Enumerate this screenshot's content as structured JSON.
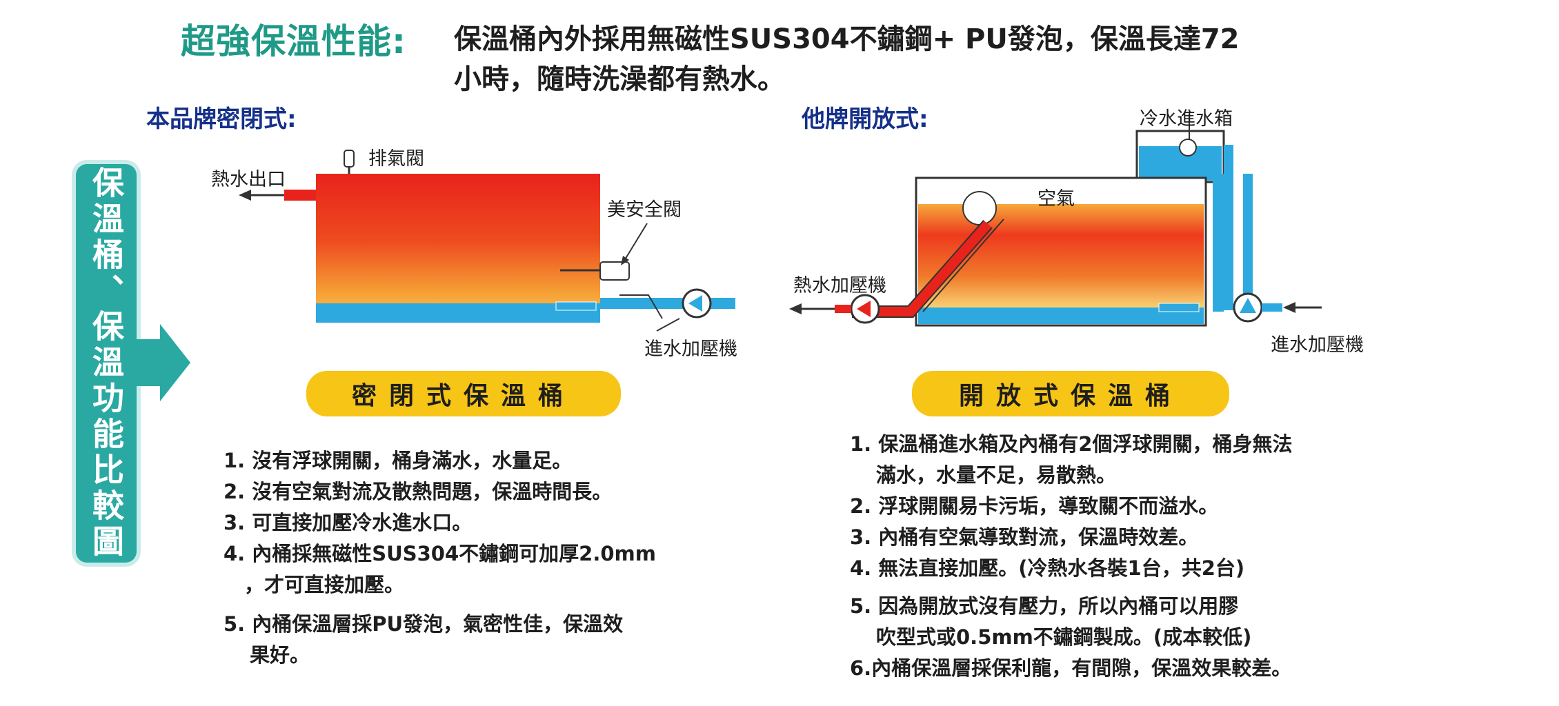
{
  "header": {
    "title": "超強保溫性能:",
    "line1": "保溫桶內外採用無磁性SUS304不鏽鋼+  PU發泡，保溫長達72",
    "line2": "小時，隨時洗澡都有熱水。"
  },
  "side_label": "保溫桶、保溫功能比較圖",
  "closed": {
    "heading": "本品牌密閉式:",
    "labels": {
      "exhaust_valve": "排氣閥",
      "hot_water_outlet": "熱水出口",
      "safety_valve": "美安全閥",
      "inlet_pump": "進水加壓機"
    },
    "pill": "密閉式保溫桶",
    "items": [
      "1. 沒有浮球開關，桶身滿水，水量足。",
      "2. 沒有空氣對流及散熱問題，保溫時間長。",
      "3. 可直接加壓冷水進水口。",
      "4. 內桶採無磁性SUS304不鏽鋼可加厚2.0mm",
      "，才可直接加壓。",
      "5. 內桶保溫層採PU發泡，氣密性佳，保溫效",
      "果好。"
    ]
  },
  "open": {
    "heading": "他牌開放式:",
    "labels": {
      "cold_tank": "冷水進水箱",
      "air": "空氣",
      "hot_pump": "熱水加壓機",
      "inlet_pump": "進水加壓機"
    },
    "pill": "開放式保溫桶",
    "items": [
      "1. 保溫桶進水箱及內桶有2個浮球開關，桶身無法",
      "滿水，水量不足，易散熱。",
      "2. 浮球開關易卡污垢，導致關不而溢水。",
      "3. 內桶有空氣導致對流，保溫時效差。",
      "4. 無法直接加壓。(冷熱水各裝1台，共2台)",
      "5. 因為開放式沒有壓力，所以內桶可以用膠",
      "吹型式或0.5mm不鏽鋼製成。(成本較低)",
      "6.內桶保溫層採保利龍，有間隙，保溫效果較差。"
    ]
  },
  "colors": {
    "title_green": "#1f9a87",
    "heading_blue": "#15308a",
    "pill_yellow": "#f7c515",
    "water_blue": "#2da9df",
    "hot_red": "#e8231c",
    "side_teal": "#2aa9a3"
  }
}
